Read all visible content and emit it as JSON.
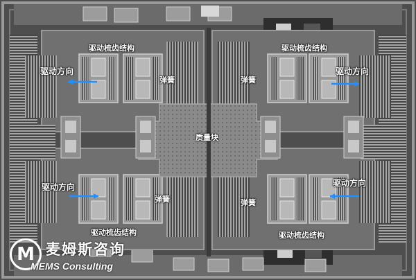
{
  "labels": {
    "comb_structure": "驱动梳齿结构",
    "drive_direction": "驱动方向",
    "spring": "弹簧",
    "proof_mass": "质量块"
  },
  "logo": {
    "chinese_name": "麦姆斯咨询",
    "english_name": "MEMS Consulting",
    "mark_letter": "M"
  },
  "colors": {
    "arrow": "#1e90ff",
    "label_text": "#ffffff",
    "substrate": "#4e4e4e",
    "structure": "#8c8c8c"
  }
}
